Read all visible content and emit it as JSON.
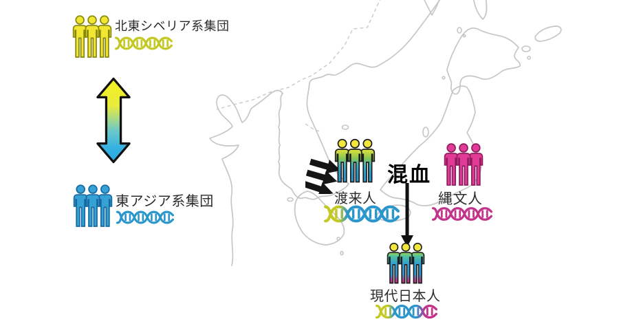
{
  "canvas": {
    "background": "#ffffff"
  },
  "map": {
    "line_color": "#c6c6c6",
    "border_style": "dashed",
    "style": "light gray outline map of the Japanese archipelago, Korean peninsula and adjacent mainland coast"
  },
  "left_panel": {
    "siberia_group": {
      "label": "北東シベリア系集団",
      "people_color": "#f1e733",
      "outline_color": "#85850c",
      "dna_color": "#c3c922"
    },
    "exchange_arrow": {
      "direction": "vertical-double",
      "colors": [
        "#f4ef1e",
        "#2aa6e0"
      ]
    },
    "east_asia_group": {
      "label": "東アジア系集団",
      "people_color": "#35a1d4",
      "outline_color": "#17689e",
      "dna_color": "#2b96cc"
    }
  },
  "diagram": {
    "toraijin_group": {
      "label": "渡来人",
      "head_color": "#f2e73a",
      "body_colors": [
        "#e9e43a",
        "#8cc84e",
        "#2b9ad2"
      ],
      "dna_colors": [
        "#c3c922",
        "#2b96cc"
      ]
    },
    "admixture_label": "混血",
    "jomon_group": {
      "label": "縄文人",
      "people_color": "#e23a97",
      "outline_color": "#8e1d5d",
      "dna_color": "#c2338a"
    },
    "modern_group": {
      "label": "現代日本人",
      "head_color": "#f2e73a",
      "body_colors": [
        "#4fc0a2",
        "#2e9ad6",
        "#c2338a"
      ],
      "dna_colors": [
        "#c3c922",
        "#2b96cc",
        "#c2338a"
      ]
    }
  },
  "icons": {
    "people-group-icon": "three overlapping person pictograms",
    "dna-icon": "horizontal double-helix strand",
    "double-arrow-icon": "vertical two-headed arrow, yellow-to-blue gradient",
    "migration-arrows-icon": "three bold black arrows pointing right toward Japan",
    "down-arrow-icon": "black arrow pointing down",
    "map-outline": "East Asia coastline with dashed national borders"
  }
}
